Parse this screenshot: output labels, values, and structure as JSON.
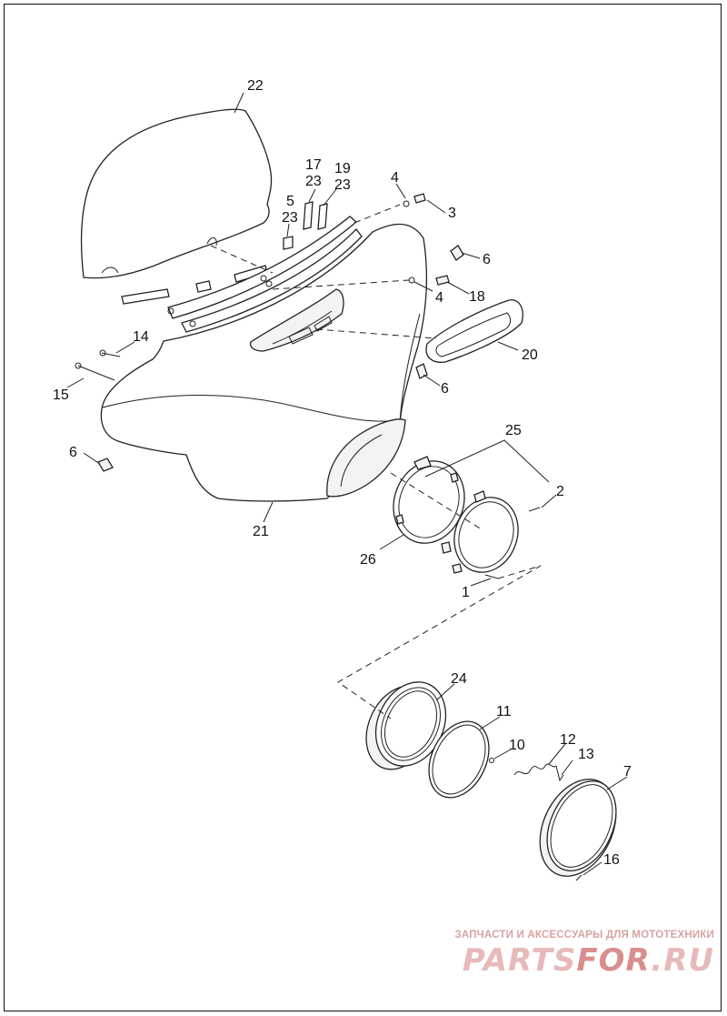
{
  "diagram": {
    "callouts": [
      "22",
      "17",
      "23",
      "19",
      "23",
      "5",
      "23",
      "4",
      "3",
      "6",
      "4",
      "18",
      "20",
      "14",
      "15",
      "6",
      "6",
      "21",
      "25",
      "2",
      "26",
      "1",
      "24",
      "11",
      "10",
      "12",
      "13",
      "7",
      "16"
    ]
  },
  "watermark": {
    "tagline": "ЗАПЧАСТИ И АКСЕССУАРЫ ДЛЯ МОТОТЕХНИКИ",
    "logo_part1": "PARTS",
    "logo_part2": "FOR",
    "logo_part3": ".RU"
  }
}
